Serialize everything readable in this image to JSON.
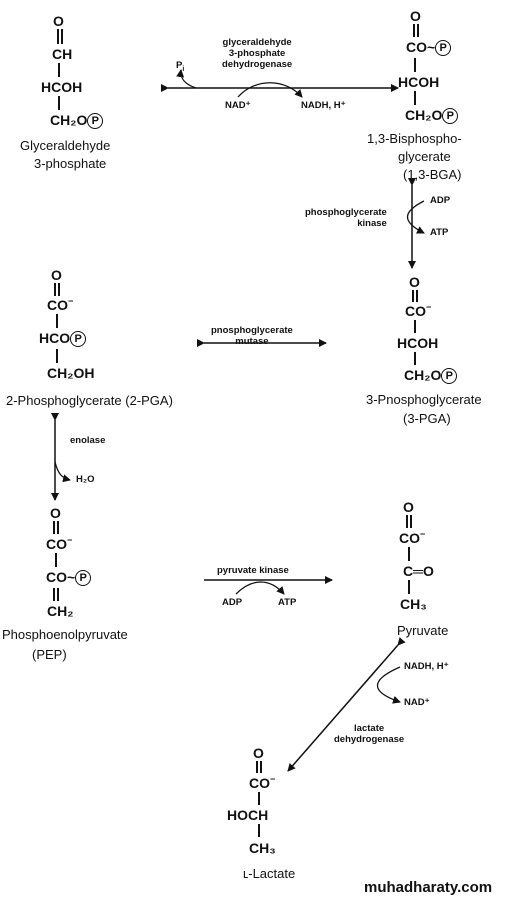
{
  "g3p": {
    "o": "O",
    "ch": "CH",
    "hcoh": "HCOH",
    "ch2o": "CH₂O",
    "p": "P",
    "name1": "Glyceraldehyde",
    "name2": "3-phosphate"
  },
  "step1": {
    "enzyme": "glyceraldehyde\n3-phosphate\ndehydrogenase",
    "pi": "P",
    "pi_sub": "i",
    "cofactor_in": "NAD⁺",
    "cofactor_out": "NADH, H⁺"
  },
  "bga": {
    "o": "O",
    "co": "CO",
    "tilde": "~",
    "p": "P",
    "hcoh": "HCOH",
    "ch2o": "CH₂O",
    "p2": "P",
    "name1": "1,3-Bisphospho-",
    "name2": "glycerate",
    "name3": "(1,3-BGA)"
  },
  "step2": {
    "enzyme": "phosphoglycerate\nkinase",
    "adp": "ADP",
    "atp": "ATP"
  },
  "pga3": {
    "o": "O",
    "co": "CO",
    "minus": "−",
    "hcoh": "HCOH",
    "ch2o": "CH₂O",
    "p": "P",
    "name1": "3-Pnosphoglycerate",
    "name2": "(3-PGA)"
  },
  "step3": {
    "enzyme": "pnosphoglycerate\nmutase"
  },
  "pga2": {
    "o": "O",
    "co": "CO",
    "minus": "−",
    "hco": "HCO",
    "p": "P",
    "ch2oh": "CH₂OH",
    "name": "2-Phosphoglycerate (2-PGA)"
  },
  "step4": {
    "enzyme": "enolase",
    "water": "H₂O"
  },
  "pep": {
    "o": "O",
    "co": "CO",
    "minus": "−",
    "co2": "CO~",
    "p": "P",
    "ch2": "CH₂",
    "name1": "Phosphoenolpyruvate",
    "name2": "(PEP)"
  },
  "step5": {
    "enzyme": "pyruvate kinase",
    "adp": "ADP",
    "atp": "ATP"
  },
  "pyruvate": {
    "o": "O",
    "co": "CO",
    "minus": "−",
    "c": "C",
    "eq_o": "═O",
    "ch3": "CH₃",
    "name": "Pyruvate"
  },
  "step6": {
    "enzyme": "lactate\ndehydrogenase",
    "nadh": "NADH, H⁺",
    "nad": "NAD⁺"
  },
  "lactate": {
    "o": "O",
    "co": "CO",
    "minus": "−",
    "hoch": "HOCH",
    "ch3": "CH₃",
    "name": "ʟ-Lactate"
  },
  "watermark": "muhadharaty.com",
  "colors": {
    "ink": "#111111",
    "background": "#ffffff"
  }
}
